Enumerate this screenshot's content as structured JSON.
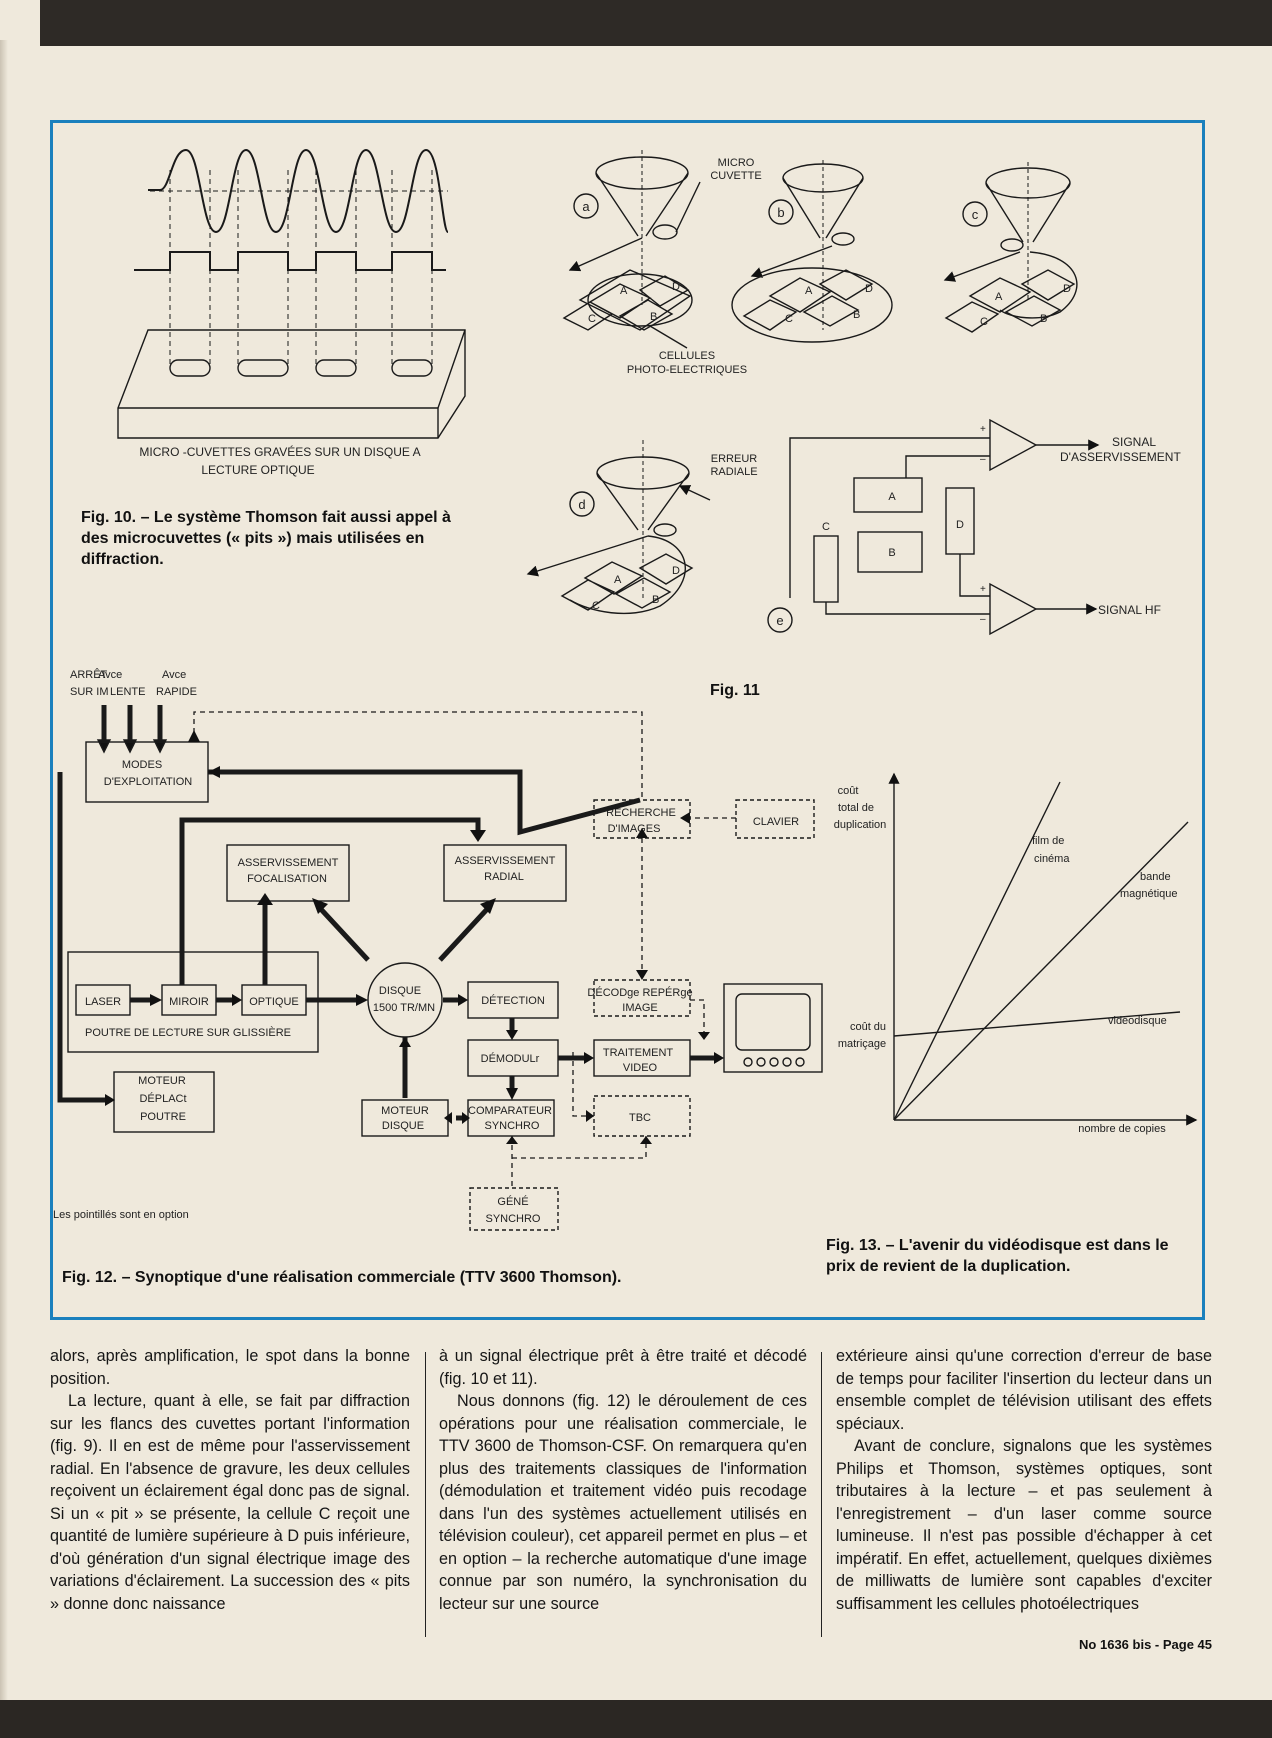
{
  "fig10": {
    "label": "MICRO -CUVETTES GRAVÉES SUR UN DISQUE A",
    "label2": "LECTURE OPTIQUE",
    "caption": "Fig. 10. – Le système Thomson fait aussi appel à des microcuvettes (« pits ») mais utilisées en diffraction."
  },
  "fig11": {
    "caption": "Fig. 11",
    "micro_cuvette": [
      "MICRO",
      "CUVETTE"
    ],
    "cellules": [
      "CELLULES",
      "PHOTO-ELECTRIQUES"
    ],
    "erreur_radiale": [
      "ERREUR",
      "RADIALE"
    ],
    "panel_letters": [
      "a",
      "b",
      "c",
      "d",
      "e"
    ],
    "cells": [
      "A",
      "B",
      "C",
      "D"
    ],
    "signal_asservissement": [
      "SIGNAL",
      "D'ASSERVISSEMENT"
    ],
    "signal_hf": "SIGNAL HF",
    "plus": "+",
    "minus": "–"
  },
  "fig12": {
    "caption": "Fig. 12. – Synoptique d'une réalisation commerciale (TTV 3600 Thomson).",
    "inputs": [
      "ARRÊT",
      "Avce",
      "Avce",
      "SUR IM",
      "LENTE",
      "RAPIDE"
    ],
    "modes": [
      "MODES",
      "D'EXPLOITATION"
    ],
    "asserv_focal": [
      "ASSERVISSEMENT",
      "FOCALISATION"
    ],
    "asserv_radial": [
      "ASSERVISSEMENT",
      "RADIAL"
    ],
    "recherche": [
      "RECHERCHE",
      "D'IMAGES"
    ],
    "clavier": "CLAVIER",
    "laser": "LASER",
    "miroir": "MIROIR",
    "optique": "OPTIQUE",
    "poutre": "POUTRE DE LECTURE SUR GLISSIÈRE",
    "disque": [
      "DISQUE",
      "1500 TR/MN"
    ],
    "detection": "DÉTECTION",
    "decodage": [
      "DÉCODge REPÉRge",
      "IMAGE"
    ],
    "demodul": "DÉMODULr",
    "traitement": [
      "TRAITEMENT",
      "VIDEO"
    ],
    "moteur_deplac": [
      "MOTEUR",
      "DÉPLACt",
      "POUTRE"
    ],
    "moteur_disque": [
      "MOTEUR",
      "DISQUE"
    ],
    "comparateur": [
      "COMPARATEUR",
      "SYNCHRO"
    ],
    "tbc": "TBC",
    "gene": [
      "GÉNÉ",
      "SYNCHRO"
    ],
    "pointilles": "Les pointillés sont en option"
  },
  "fig13": {
    "caption": "Fig. 13. – L'avenir du vidéodisque est dans le prix de revient de la duplication.",
    "ylabel": [
      "coût",
      "total de",
      "duplication"
    ],
    "xlabel": "nombre de copies",
    "intercept_label": [
      "coût du",
      "matriçage"
    ],
    "series": [
      "film de cinéma",
      "bande magnétique",
      "vidéodisque"
    ]
  },
  "article": {
    "col1": [
      "alors, après amplification, le spot dans la bonne position.",
      "La lecture, quant à elle, se fait par diffraction sur les flancs des cuvettes portant l'information (fig. 9). Il en est de même pour l'asservissement radial. En l'absence de gravure, les deux cellules reçoivent un éclairement égal donc pas de signal. Si un « pit » se présente, la cellule C reçoit une quantité de lumière supérieure à D puis inférieure, d'où génération d'un signal électrique image des variations d'éclairement. La succession des « pits » donne donc naissance"
    ],
    "col2": [
      "à un signal électrique prêt à être traité et décodé (fig. 10 et 11).",
      "Nous donnons (fig. 12) le déroulement de ces opérations pour une réalisation commerciale, le TTV 3600 de Thomson-CSF. On remarquera qu'en plus des traitements classiques de l'information (démodulation et traitement vidéo puis recodage dans l'un des systèmes actuellement utilisés en télévision couleur), cet appareil permet en plus – et en option – la recherche automatique d'une image connue par son numéro, la synchronisation du lecteur sur une source"
    ],
    "col3": [
      "extérieure ainsi qu'une correction d'erreur de base de temps pour faciliter l'insertion du lecteur dans un ensemble complet de télévision utilisant des effets spéciaux.",
      "Avant de conclure, signalons que les systèmes Philips et Thomson, systèmes optiques, sont tributaires à la lecture – et pas seulement à l'enregistrement – d'un laser comme source lumineuse. Il n'est pas possible d'échapper à cet impératif. En effet, actuellement, quelques dixièmes de milliwatts de lumière sont capables d'exciter suffisamment les cellules photoélectriques"
    ]
  },
  "folio": "No 1636 bis - Page 45",
  "colors": {
    "frame": "#1a80bd",
    "paper": "#efe9dc",
    "ink": "#151515"
  }
}
